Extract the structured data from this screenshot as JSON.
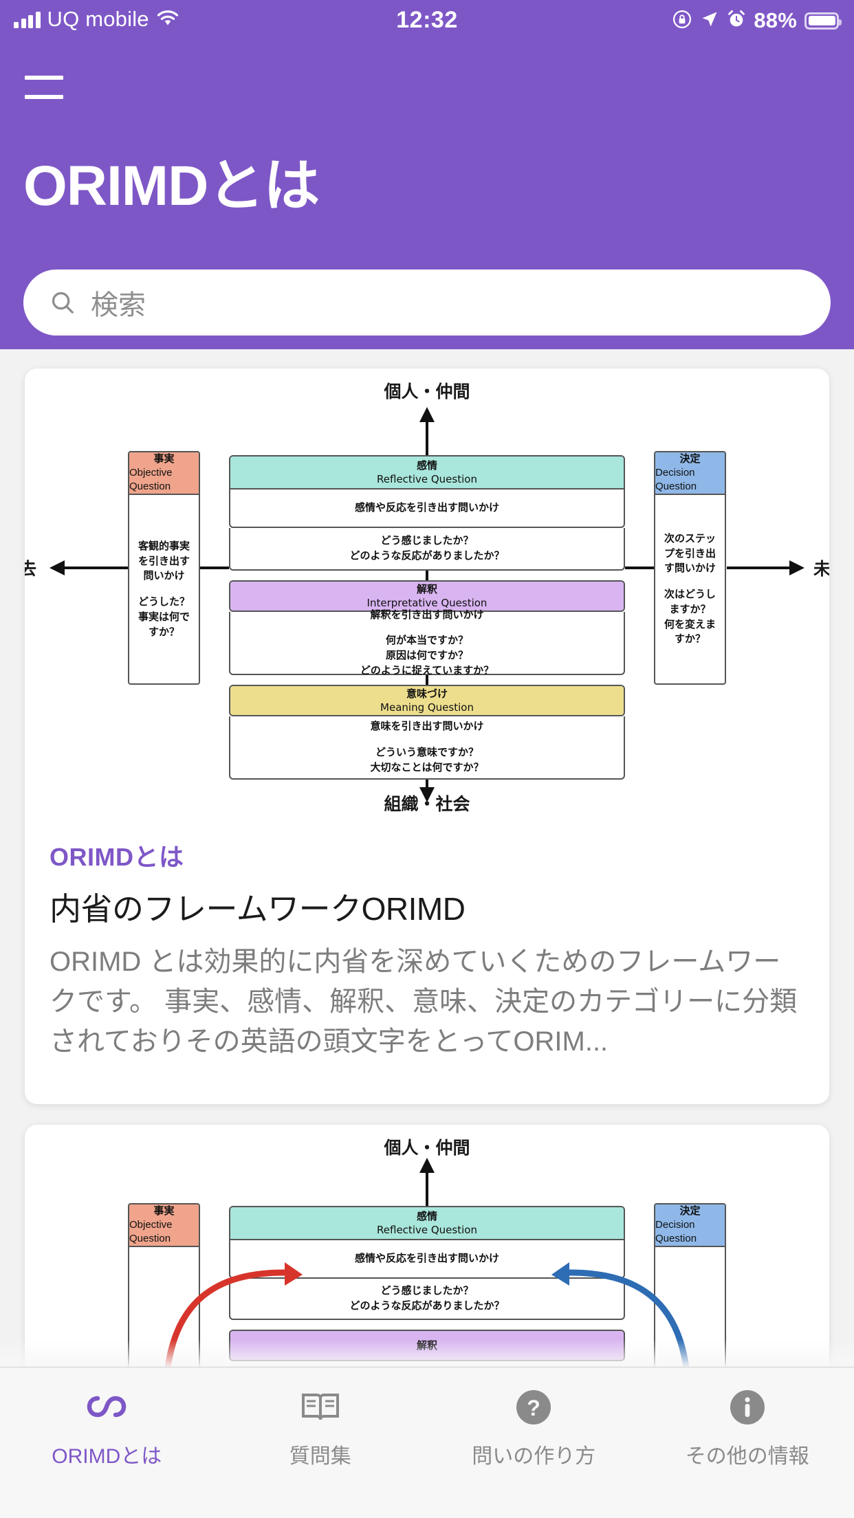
{
  "status_bar": {
    "carrier": "UQ mobile",
    "time": "12:32",
    "battery_percent": "88%",
    "icons": [
      "signal-bars-icon",
      "wifi-icon",
      "rotation-lock-icon",
      "location-arrow-icon",
      "alarm-clock-icon",
      "battery-icon"
    ]
  },
  "header": {
    "menu_icon": "hamburger-menu-icon",
    "title": "ORIMDとは",
    "accent_color": "#7E57C7"
  },
  "search": {
    "icon": "search-icon",
    "placeholder": "検索",
    "value": ""
  },
  "diagram": {
    "axis_top": "個人・仲間",
    "axis_bottom": "組織・社会",
    "axis_left": "去",
    "axis_right": "未",
    "columns": [
      {
        "key": "objective",
        "title_ja": "事実",
        "title_en": "Objective Question",
        "color": "#EFA48B",
        "lead": "客観的事実を引き出す問いかけ",
        "questions": [
          "どうした？",
          "事実は何ですか？"
        ]
      },
      {
        "key": "reflective",
        "title_ja": "感情",
        "title_en": "Reflective Question",
        "color": "#A9E6DB",
        "lead": "感情や反応を引き出す問いかけ",
        "questions": [
          "どう感じましたか？",
          "どのような反応がありましたか？"
        ]
      },
      {
        "key": "interpretative",
        "title_ja": "解釈",
        "title_en": "Interpretative Question",
        "color": "#D8B4F0",
        "lead": "解釈を引き出す問いかけ",
        "questions": [
          "何が本当ですか？",
          "原因は何ですか？",
          "どのように捉えていますか？"
        ]
      },
      {
        "key": "meaning",
        "title_ja": "意味づけ",
        "title_en": "Meaning Question",
        "color": "#EDDE8E",
        "lead": "意味を引き出す問いかけ",
        "questions": [
          "どういう意味ですか？",
          "大切なことは何ですか？"
        ]
      },
      {
        "key": "decision",
        "title_ja": "決定",
        "title_en": "Decision Question",
        "color": "#8FB8E8",
        "lead": "次のステップを引き出す問いかけ",
        "questions": [
          "次はどうしますか？",
          "何を変えますか？"
        ]
      }
    ]
  },
  "articles": [
    {
      "kicker": "ORIMDとは",
      "title": "内省のフレームワークORIMD",
      "body": "ORIMD とは効果的に内省を深めていくためのフレームワークです。 事実、感情、解釈、意味、決定のカテゴリーに分類されておりその英語の頭文字をとってORIM..."
    }
  ],
  "tabs": [
    {
      "label": "ORIMDとは",
      "icon": "infinity-loop-icon",
      "active": true
    },
    {
      "label": "質問集",
      "icon": "open-book-icon",
      "active": false
    },
    {
      "label": "問いの作り方",
      "icon": "question-mark-icon",
      "active": false
    },
    {
      "label": "その他の情報",
      "icon": "info-circle-icon",
      "active": false
    }
  ]
}
